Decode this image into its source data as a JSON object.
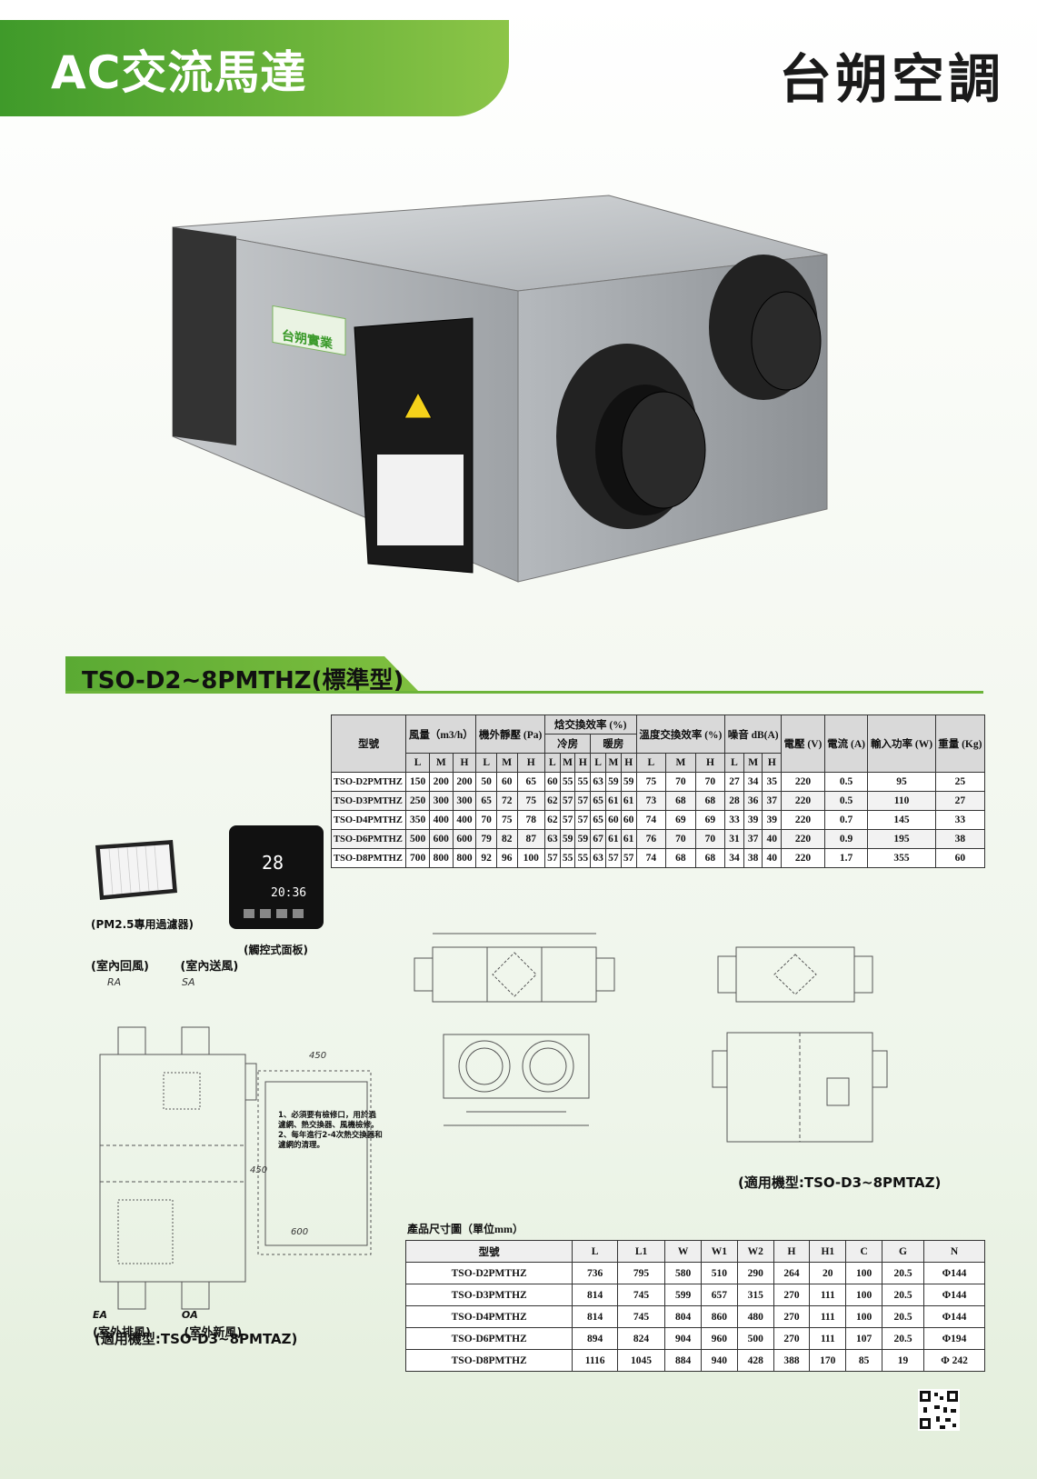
{
  "header": {
    "title": "AC交流馬達",
    "brand": "台朔空調"
  },
  "product": {
    "side_label": "台朔實業"
  },
  "section": {
    "label": "TSO-D2~8PMTHZ(標準型)"
  },
  "spec_table": {
    "h_model": "型號",
    "h_airflow": "風量（m3/h）",
    "h_static": "機外靜壓 (Pa)",
    "h_enthalpy": "焓交換效率 (%)",
    "h_cool": "冷房",
    "h_heat": "暖房",
    "h_temp": "溫度交換效率 (%)",
    "h_noise": "噪音 dB(A)",
    "h_voltage": "電壓 (V)",
    "h_current": "電流 (A)",
    "h_power": "輸入功率 (W)",
    "h_weight": "重量 (Kg)",
    "sub": [
      "L",
      "M",
      "H",
      "L",
      "M",
      "H",
      "L",
      "M",
      "H",
      "L",
      "M",
      "H",
      "L",
      "M",
      "H",
      "L",
      "M",
      "H"
    ],
    "rows": [
      [
        "TSO-D2PMTHZ",
        "150",
        "200",
        "200",
        "50",
        "60",
        "65",
        "60",
        "55",
        "55",
        "63",
        "59",
        "59",
        "75",
        "70",
        "70",
        "27",
        "34",
        "35",
        "220",
        "0.5",
        "95",
        "25"
      ],
      [
        "TSO-D3PMTHZ",
        "250",
        "300",
        "300",
        "65",
        "72",
        "75",
        "62",
        "57",
        "57",
        "65",
        "61",
        "61",
        "73",
        "68",
        "68",
        "28",
        "36",
        "37",
        "220",
        "0.5",
        "110",
        "27"
      ],
      [
        "TSO-D4PMTHZ",
        "350",
        "400",
        "400",
        "70",
        "75",
        "78",
        "62",
        "57",
        "57",
        "65",
        "60",
        "60",
        "74",
        "69",
        "69",
        "33",
        "39",
        "39",
        "220",
        "0.7",
        "145",
        "33"
      ],
      [
        "TSO-D6PMTHZ",
        "500",
        "600",
        "600",
        "79",
        "82",
        "87",
        "63",
        "59",
        "59",
        "67",
        "61",
        "61",
        "76",
        "70",
        "70",
        "31",
        "37",
        "40",
        "220",
        "0.9",
        "195",
        "38"
      ],
      [
        "TSO-D8PMTHZ",
        "700",
        "800",
        "800",
        "92",
        "96",
        "100",
        "57",
        "55",
        "55",
        "63",
        "57",
        "57",
        "74",
        "68",
        "68",
        "34",
        "38",
        "40",
        "220",
        "1.7",
        "355",
        "60"
      ]
    ]
  },
  "accessories": {
    "filter_caption": "(PM2.5專用過濾器)",
    "panel_caption": "(觸控式面板)",
    "panel_temp": "28",
    "panel_time": "20:36"
  },
  "drawing": {
    "ra_code": "RA",
    "sa_code": "SA",
    "ra_label": "(室內回風)",
    "sa_label": "(室內送風)",
    "ea_code": "EA",
    "oa_code": "OA",
    "ea_label": "(室外排風)",
    "oa_label": "(室外新風)",
    "apply_left": "(適用機型:TSO-D3~8PMTAZ)",
    "apply_right": "(適用機型:TSO-D3~8PMTAZ)",
    "dim_450a": "450",
    "dim_450b": "450",
    "dim_600": "600",
    "notes": [
      "1、必須要有檢修口，用於過濾網、熱交換器、風機檢修。",
      "2、每年進行2-4次熱交換器和濾網的清理。"
    ]
  },
  "dims_table": {
    "caption": "產品尺寸圖（單位mm）",
    "headers": [
      "型號",
      "L",
      "L1",
      "W",
      "W1",
      "W2",
      "H",
      "H1",
      "C",
      "G",
      "N"
    ],
    "rows": [
      [
        "TSO-D2PMTHZ",
        "736",
        "795",
        "580",
        "510",
        "290",
        "264",
        "20",
        "100",
        "20.5",
        "Φ144"
      ],
      [
        "TSO-D3PMTHZ",
        "814",
        "745",
        "599",
        "657",
        "315",
        "270",
        "111",
        "100",
        "20.5",
        "Φ144"
      ],
      [
        "TSO-D4PMTHZ",
        "814",
        "745",
        "804",
        "860",
        "480",
        "270",
        "111",
        "100",
        "20.5",
        "Φ144"
      ],
      [
        "TSO-D6PMTHZ",
        "894",
        "824",
        "904",
        "960",
        "500",
        "270",
        "111",
        "107",
        "20.5",
        "Φ194"
      ],
      [
        "TSO-D8PMTHZ",
        "1116",
        "1045",
        "884",
        "940",
        "428",
        "388",
        "170",
        "85",
        "19",
        "Φ 242"
      ]
    ]
  }
}
